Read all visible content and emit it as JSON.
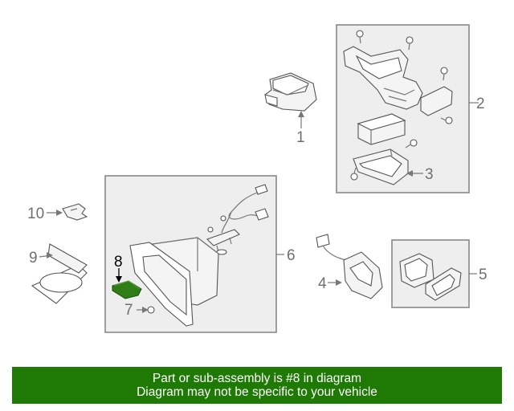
{
  "callouts": {
    "c1": "1",
    "c2": "2",
    "c3": "3",
    "c4": "4",
    "c5": "5",
    "c6": "6",
    "c7": "7",
    "c8": "8",
    "c9": "9",
    "c10": "10"
  },
  "highlight_color": "#2e7d15",
  "banner": {
    "line1": "Part or sub-assembly is #8 in diagram",
    "line2": "Diagram may not be specific to your vehicle",
    "background": "#1f7a05"
  }
}
